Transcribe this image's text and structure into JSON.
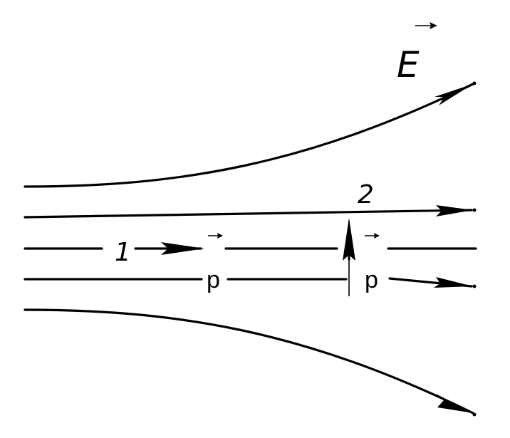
{
  "labels": {
    "field": "E",
    "dipole_1": "p",
    "dipole_2": "p",
    "position_1": "1",
    "position_2": "2"
  },
  "colors": {
    "ink": "#000000",
    "background": "#ffffff"
  }
}
